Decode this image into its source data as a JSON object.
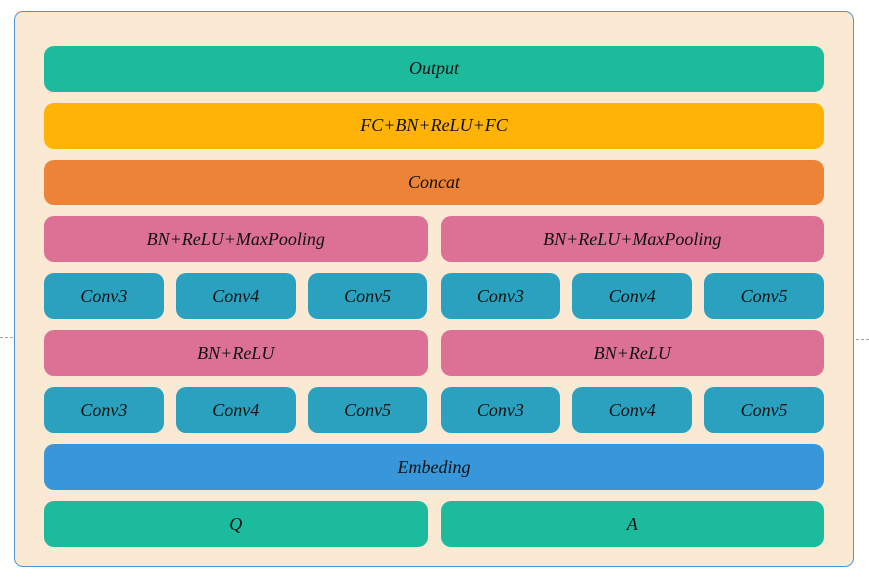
{
  "colors": {
    "canvas_bg": "#fbead3",
    "canvas_border": "#4f96d0",
    "green": "#1dbb9d",
    "amber": "#feb306",
    "orange": "#ec8336",
    "pink": "#dd7195",
    "teal": "#2ba1c0",
    "blue": "#3897db",
    "text": "#101010",
    "mark_gray": "#a3a3a3"
  },
  "layers": {
    "output": "Output",
    "fc": "FC+BN+ReLU+FC",
    "concat": "Concat",
    "embedding": "Embeding"
  },
  "branches": {
    "left": {
      "pool": "BN+ReLU+MaxPooling",
      "conv_top": [
        "Conv3",
        "Conv4",
        "Conv5"
      ],
      "bn": "BN+ReLU",
      "conv_bottom": [
        "Conv3",
        "Conv4",
        "Conv5"
      ],
      "input": "Q"
    },
    "right": {
      "pool": "BN+ReLU+MaxPooling",
      "conv_top": [
        "Conv3",
        "Conv4",
        "Conv5"
      ],
      "bn": "BN+ReLU",
      "conv_bottom": [
        "Conv3",
        "Conv4",
        "Conv5"
      ],
      "input": "A"
    }
  }
}
